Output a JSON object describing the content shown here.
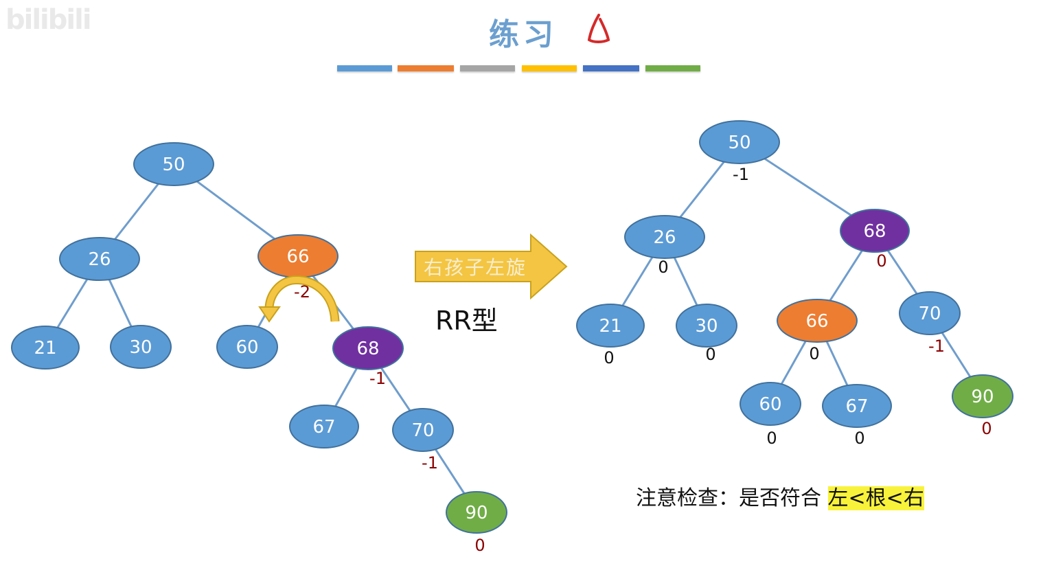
{
  "header": {
    "title": "练习",
    "watermark": "bilibili",
    "stripe_colors": [
      "#5b9bd5",
      "#ed7d31",
      "#a5a5a5",
      "#ffc000",
      "#4472c4",
      "#70ad47"
    ]
  },
  "colors": {
    "node_default": "#5b9bd5",
    "node_orange": "#ed7d31",
    "node_purple": "#7030a0",
    "node_green": "#70ad47",
    "edge": "#6f9dcc",
    "balance_red": "#8b0000",
    "balance_black": "#111111",
    "arrow_fill": "#f4c542"
  },
  "before_tree": {
    "nodes": [
      {
        "key": "50",
        "color": "node_default"
      },
      {
        "key": "26",
        "color": "node_default"
      },
      {
        "key": "66",
        "color": "node_orange",
        "balance": "-2",
        "balance_color": "balance_red"
      },
      {
        "key": "21",
        "color": "node_default"
      },
      {
        "key": "30",
        "color": "node_default"
      },
      {
        "key": "60",
        "color": "node_default"
      },
      {
        "key": "68",
        "color": "node_purple",
        "balance": "-1",
        "balance_color": "balance_red"
      },
      {
        "key": "67",
        "color": "node_default"
      },
      {
        "key": "70",
        "color": "node_default",
        "balance": "-1",
        "balance_color": "balance_red"
      },
      {
        "key": "90",
        "color": "node_green",
        "balance": "0",
        "balance_color": "balance_red"
      }
    ],
    "edges": [
      [
        "50",
        "26"
      ],
      [
        "50",
        "66"
      ],
      [
        "26",
        "21"
      ],
      [
        "26",
        "30"
      ],
      [
        "66",
        "60"
      ],
      [
        "66",
        "68"
      ],
      [
        "68",
        "67"
      ],
      [
        "68",
        "70"
      ],
      [
        "70",
        "90"
      ]
    ]
  },
  "rotation": {
    "label": "右孩子左旋",
    "type_label": "RR型"
  },
  "after_tree": {
    "nodes": [
      {
        "key": "50",
        "color": "node_default",
        "balance": "-1",
        "balance_color": "balance_black"
      },
      {
        "key": "26",
        "color": "node_default",
        "balance": "0",
        "balance_color": "balance_black"
      },
      {
        "key": "68",
        "color": "node_purple",
        "balance": "0",
        "balance_color": "balance_red"
      },
      {
        "key": "21",
        "color": "node_default",
        "balance": "0",
        "balance_color": "balance_black"
      },
      {
        "key": "30",
        "color": "node_default",
        "balance": "0",
        "balance_color": "balance_black"
      },
      {
        "key": "66",
        "color": "node_orange",
        "balance": "0",
        "balance_color": "balance_black"
      },
      {
        "key": "70",
        "color": "node_default",
        "balance": "-1",
        "balance_color": "balance_red"
      },
      {
        "key": "60",
        "color": "node_default",
        "balance": "0",
        "balance_color": "balance_black"
      },
      {
        "key": "67",
        "color": "node_default",
        "balance": "0",
        "balance_color": "balance_black"
      },
      {
        "key": "90",
        "color": "node_green",
        "balance": "0",
        "balance_color": "balance_red"
      }
    ],
    "edges": [
      [
        "50",
        "26"
      ],
      [
        "50",
        "68"
      ],
      [
        "26",
        "21"
      ],
      [
        "26",
        "30"
      ],
      [
        "68",
        "66"
      ],
      [
        "68",
        "70"
      ],
      [
        "66",
        "60"
      ],
      [
        "66",
        "67"
      ],
      [
        "70",
        "90"
      ]
    ]
  },
  "note": {
    "prefix": "注意检查：是否符合 ",
    "highlight": "左<根<右"
  }
}
